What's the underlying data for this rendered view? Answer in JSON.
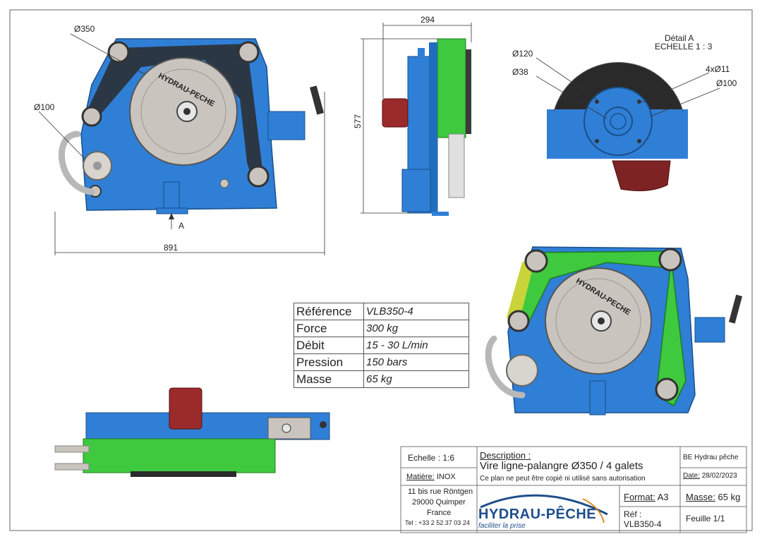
{
  "dims": {
    "d350": "Ø350",
    "d100_front": "Ø100",
    "width_891": "891",
    "arrow_a": "A",
    "width_294": "294",
    "height_577": "577",
    "detail_title": "Détail A",
    "detail_scale": "ECHELLE 1 : 3",
    "d120": "Ø120",
    "d38": "Ø38",
    "holes": "4xØ11",
    "d100_detail": "Ø100"
  },
  "labels": {
    "brand_wheel": "HYDRAU-PECHE"
  },
  "specs": [
    {
      "key": "Référence",
      "value": "VLB350-4"
    },
    {
      "key": "Force",
      "value": "300 kg"
    },
    {
      "key": "Débit",
      "value": "15 - 30 L/min"
    },
    {
      "key": "Pression",
      "value": "150 bars"
    },
    {
      "key": "Masse",
      "value": "65 kg"
    }
  ],
  "title_block": {
    "scale": "Echelle : 1:6",
    "material_label": "Matière:",
    "material": "INOX",
    "description_label": "Description :",
    "description": "Vire ligne-palangre Ø350 / 4 galets",
    "notice": "Ce plan ne peut être copié ni utilisé sans autorisation",
    "office": "BE Hydrau pêche",
    "date_label": "Date:",
    "date": "28/02/2023",
    "address_1": "11 bis rue Röntgen",
    "address_2": "29000 Quimper",
    "address_3": "France",
    "phone": "Tel : +33 2 52 37 03 24",
    "format_label": "Format:",
    "format": "A3",
    "mass_label": "Masse:",
    "mass": "65 kg",
    "ref_label": "Réf :",
    "ref": "VLB350-4",
    "sheet": "Feuille 1/1",
    "logo_name": "HYDRAU-PÊCHE",
    "logo_tagline": "faciliter la prise"
  },
  "colors": {
    "body_blue": "#2f7fd6",
    "wheel_grey": "#c9c4bd",
    "belt_green": "#3ec93e",
    "motor_red": "#9b2a2a",
    "logo_blue": "#1f4e8c"
  }
}
